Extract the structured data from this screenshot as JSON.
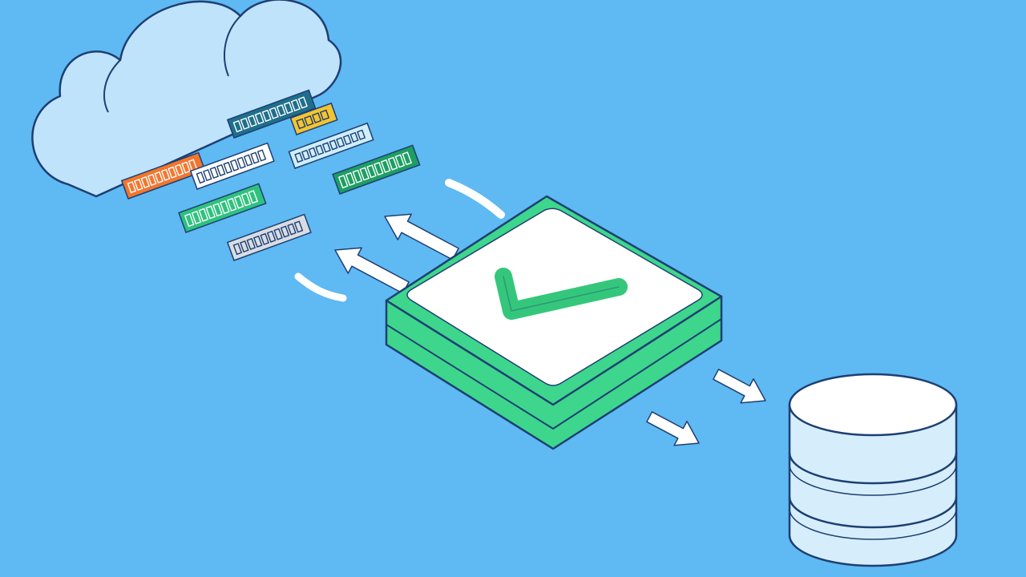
{
  "colors": {
    "background": "#5fb9f2",
    "outline": "#1d3f73",
    "cloud_fill": "#bfe3fb",
    "validator_green": "#3dd68c",
    "validator_top": "#ffffff",
    "check_mark": "#34c77b",
    "database_fill": "#d6eefc",
    "arrow_fill": "#ffffff"
  },
  "icons": {
    "source": "cloud-icon",
    "validator": "checkmark-icon",
    "destination": "database-icon"
  },
  "tags": [
    {
      "name": "tag-orange",
      "color": "#f2762e",
      "text_color": "#ffffff"
    },
    {
      "name": "tag-teal",
      "color": "#1f6f8b",
      "text_color": "#ffffff"
    },
    {
      "name": "tag-yellow",
      "color": "#f4c430",
      "text_color": "#1d3f73"
    },
    {
      "name": "tag-white",
      "color": "#ffffff",
      "text_color": "#1d3f73"
    },
    {
      "name": "tag-light-blue",
      "color": "#cfeefc",
      "text_color": "#1d3f73"
    },
    {
      "name": "tag-green",
      "color": "#2ec27e",
      "text_color": "#ffffff"
    },
    {
      "name": "tag-dark-green",
      "color": "#1e9e63",
      "text_color": "#ffffff"
    },
    {
      "name": "tag-gray",
      "color": "#d9dde3",
      "text_color": "#1d3f73"
    }
  ]
}
